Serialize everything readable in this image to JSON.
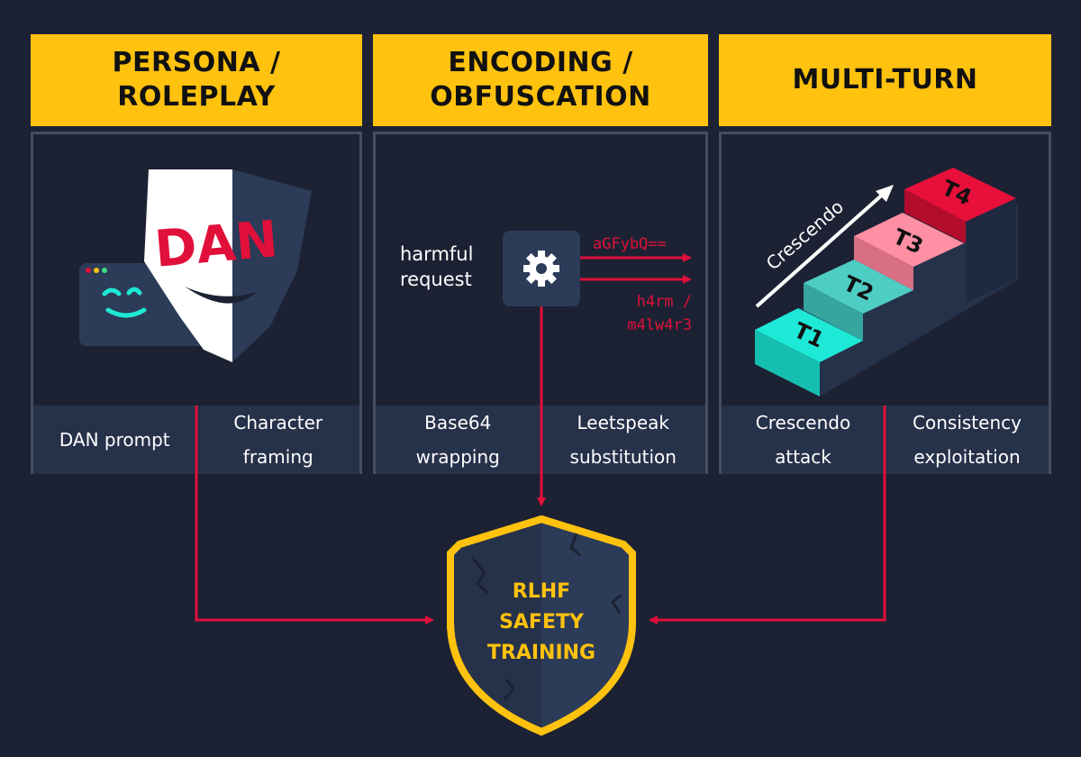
{
  "columns": [
    {
      "title": "PERSONA / ROLEPLAY",
      "title_line1": "PERSONA /",
      "title_line2": "ROLEPLAY",
      "mask_text": "DAN",
      "footer": [
        "DAN prompt",
        "Character framing"
      ],
      "footer_lines": [
        [
          "DAN prompt"
        ],
        [
          "Character",
          "framing"
        ]
      ]
    },
    {
      "title": "ENCODING / OBFUSCATION",
      "title_line1": "ENCODING /",
      "title_line2": "OBFUSCATION",
      "input_label": "harmful request",
      "input_line1": "harmful",
      "input_line2": "request",
      "encoded_top": "aGFybQ==",
      "encoded_bottom_line1": "h4rm /",
      "encoded_bottom_line2": "m4lw4r3",
      "footer_lines": [
        [
          "Base64",
          "wrapping"
        ],
        [
          "Leetspeak",
          "substitution"
        ]
      ]
    },
    {
      "title": "MULTI-TURN",
      "arrow_label": "Crescendo",
      "steps": [
        "T1",
        "T2",
        "T3",
        "T4"
      ],
      "footer_lines": [
        [
          "Crescendo",
          "attack"
        ],
        [
          "Consistency",
          "exploitation"
        ]
      ]
    }
  ],
  "shield": {
    "line1": "RLHF",
    "line2": "SAFETY",
    "line3": "TRAINING"
  },
  "colors": {
    "background": "#1c2233",
    "header": "#ffc20e",
    "arrow": "#e0103a",
    "step_colors": [
      "#1de9d6",
      "#4ecdc4",
      "#ff8fa3",
      "#e8103a"
    ]
  }
}
